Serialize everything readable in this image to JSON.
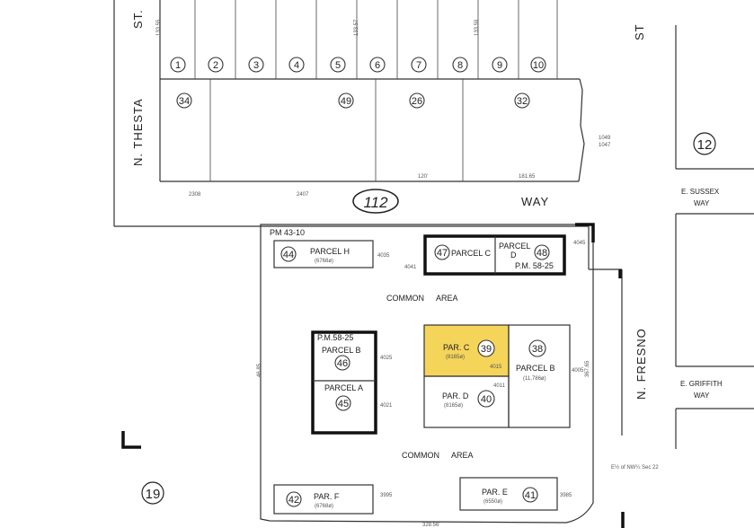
{
  "streets": {
    "thesta": "N. THESTA",
    "thesta_st": "ST.",
    "fresno": "N. FRESNO",
    "st_top_right": "ST",
    "way_112": "WAY",
    "sussex_1": "E. SUSSEX",
    "sussex_2": "WAY",
    "griffith_1": "E. GRIFFITH",
    "griffith_2": "WAY"
  },
  "map_numbers": {
    "block_112": "112",
    "block_12": "12",
    "block_19": "19"
  },
  "top_lots": [
    "1",
    "2",
    "3",
    "4",
    "5",
    "6",
    "7",
    "8",
    "9",
    "10"
  ],
  "lower_lots": {
    "lot_34": "34",
    "lot_49": "49",
    "lot_26": "26",
    "lot_32": "32"
  },
  "parcels": {
    "h": {
      "name": "PARCEL H",
      "area": "(6768ø)",
      "num": "44"
    },
    "c_top": {
      "name": "PARCEL C",
      "num": "47"
    },
    "d_top": {
      "name1": "PARCEL",
      "name2": "D",
      "num": "48"
    },
    "b_left": {
      "name": "PARCEL B",
      "num": "46"
    },
    "a": {
      "name": "PARCEL A",
      "num": "45"
    },
    "c_high": {
      "name": "PAR. C",
      "area": "(8165ø)",
      "num": "39",
      "fill": "#f5d45a"
    },
    "d": {
      "name": "PAR. D",
      "area": "(8165ø)",
      "num": "40"
    },
    "b_right": {
      "name": "PARCEL B",
      "area": "(11,786ø)",
      "num": "38"
    },
    "f": {
      "name": "PAR. F",
      "area": "(6768ø)",
      "num": "42"
    },
    "e": {
      "name": "PAR. E",
      "area": "(6550ø)",
      "num": "41"
    }
  },
  "common_area": {
    "w1": "COMMON",
    "w2": "AREA"
  },
  "pm_labels": {
    "pm43": "PM 43-10",
    "pm58_top": "P.M. 58-25",
    "pm58_left": "P.M.58-25"
  },
  "addresses": [
    "4045",
    "4035",
    "4041",
    "4025",
    "4021",
    "4015",
    "4011",
    "4005",
    "3995",
    "3985",
    "1049",
    "1047"
  ],
  "notes": {
    "section": "E½ of NW¼ Sec 22"
  },
  "dimensions": {
    "top_dims": [
      "133.55",
      "133.57",
      "133.59"
    ],
    "way_dims": [
      "2308",
      "2407",
      "120'",
      "181.65"
    ],
    "left_dim": "46.85",
    "right_dim": "367.65",
    "bottom_dim": "328.56'"
  }
}
